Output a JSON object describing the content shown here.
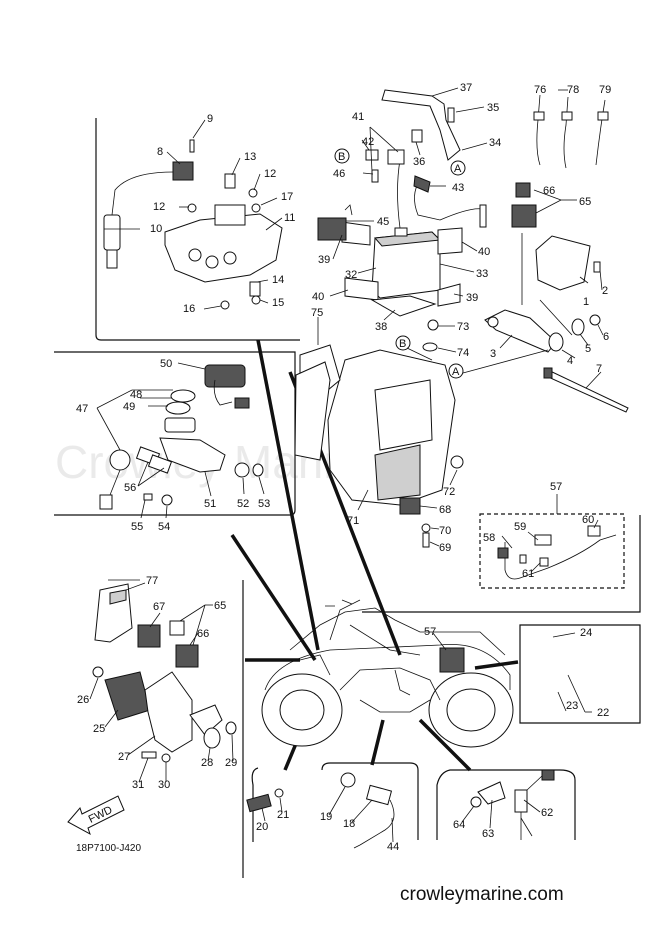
{
  "diagram": {
    "drawing_code": "18P7100-J420",
    "website": "crowleymarine.com",
    "watermark": "Crowley Marine",
    "fwd_label": "FWD",
    "circle_refs": [
      "A",
      "B"
    ],
    "parts": [
      "1",
      "2",
      "3",
      "4",
      "5",
      "6",
      "7",
      "8",
      "9",
      "10",
      "11",
      "12",
      "13",
      "14",
      "15",
      "16",
      "17",
      "18",
      "19",
      "20",
      "21",
      "22",
      "23",
      "24",
      "25",
      "26",
      "27",
      "28",
      "29",
      "30",
      "31",
      "32",
      "33",
      "34",
      "35",
      "36",
      "37",
      "38",
      "39",
      "40",
      "41",
      "42",
      "43",
      "44",
      "45",
      "46",
      "47",
      "48",
      "49",
      "50",
      "51",
      "52",
      "53",
      "54",
      "55",
      "56",
      "57",
      "58",
      "59",
      "60",
      "61",
      "62",
      "63",
      "64",
      "65",
      "66",
      "67",
      "68",
      "69",
      "70",
      "71",
      "72",
      "73",
      "74",
      "75",
      "76",
      "77",
      "78",
      "79"
    ]
  }
}
